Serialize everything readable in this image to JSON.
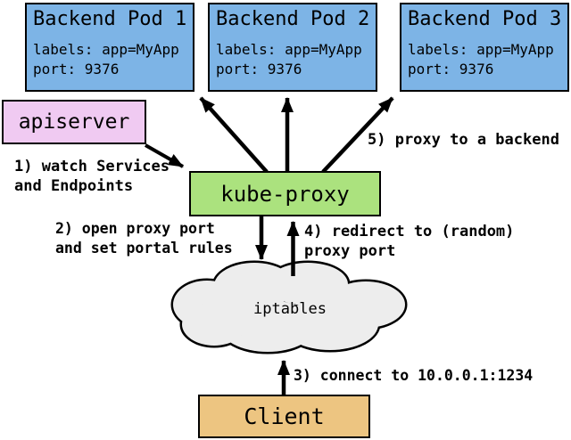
{
  "diagram": {
    "title_hint": "kube-proxy userspace proxy-mode diagram",
    "pods": [
      {
        "title": "Backend Pod 1",
        "labels": "labels: app=MyApp",
        "port": "port: 9376"
      },
      {
        "title": "Backend Pod 2",
        "labels": "labels: app=MyApp",
        "port": "port: 9376"
      },
      {
        "title": "Backend Pod 3",
        "labels": "labels: app=MyApp",
        "port": "port: 9376"
      }
    ],
    "apiserver": {
      "label": "apiserver"
    },
    "kube_proxy": {
      "label": "kube-proxy"
    },
    "iptables": {
      "label": "iptables"
    },
    "client": {
      "label": "Client"
    },
    "steps": [
      {
        "text": "1) watch Services\nand Endpoints"
      },
      {
        "text": "2) open proxy port\nand set portal rules"
      },
      {
        "text": "3) connect to 10.0.0.1:1234"
      },
      {
        "text": "4) redirect to (random)\nproxy port"
      },
      {
        "text": "5) proxy to a backend"
      }
    ],
    "colors": {
      "pod_fill": "#7DB4E6",
      "apiserver_fill": "#F0CAF2",
      "kube_proxy_fill": "#ABE27E",
      "client_fill": "#EDC581",
      "cloud_fill": "#EDEDED",
      "outline": "#000000",
      "background": "#FFFFFF"
    }
  }
}
